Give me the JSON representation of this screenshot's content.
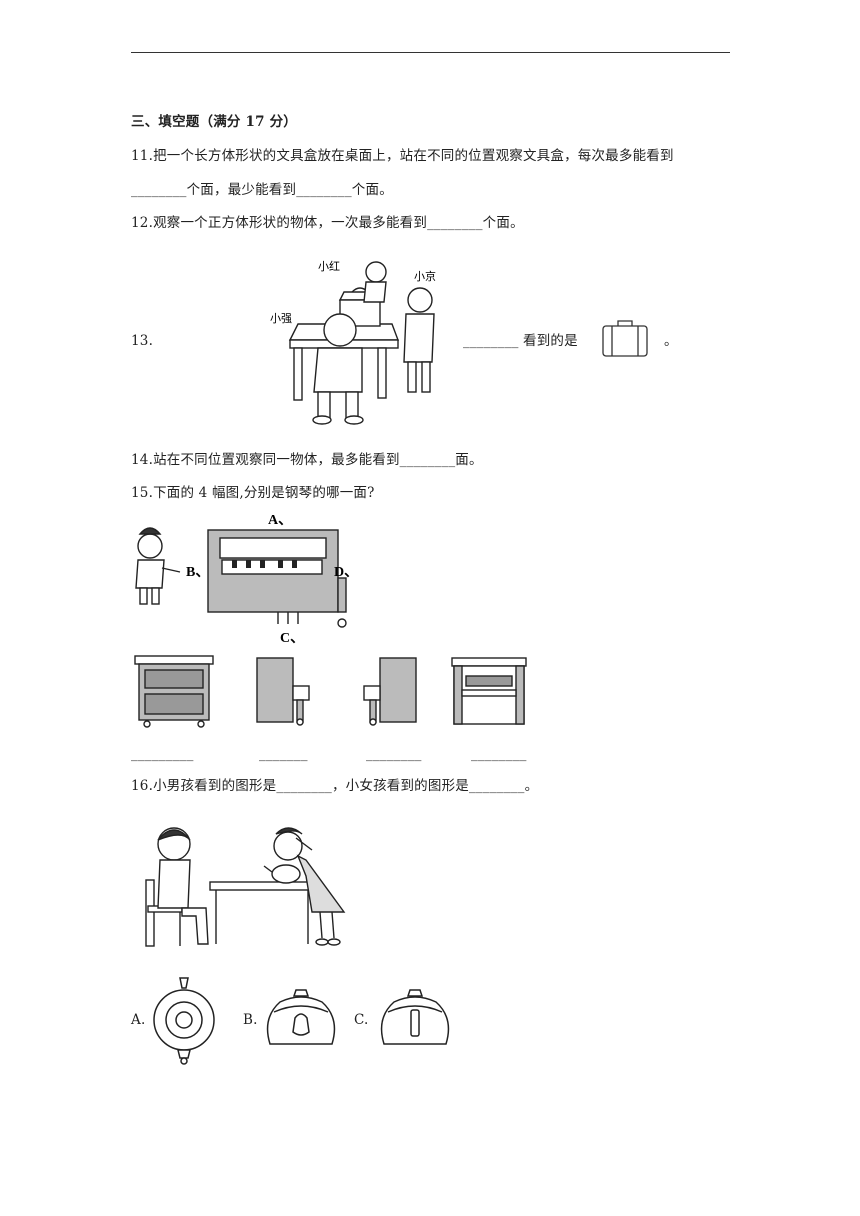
{
  "section": {
    "title": "三、填空题（满分 17 分）"
  },
  "q11": {
    "line1": "11.把一个长方体形状的文具盒放在桌面上，站在不同的位置观察文具盒，每次最多能看到",
    "line2": "________个面，最少能看到________个面。"
  },
  "q12": {
    "text": "12.观察一个正方体形状的物体，一次最多能看到________个面。"
  },
  "q13": {
    "num": "13.",
    "blank": "________",
    "mid": "看到的是",
    "end": "。",
    "labels": {
      "hong": "小红",
      "jing": "小京",
      "qiang": "小强"
    }
  },
  "q14": {
    "text": "14.站在不同位置观察同一物体，最多能看到________面。"
  },
  "q15": {
    "text": "15.下面的 4 幅图,分别是钢琴的哪一面?",
    "labels": {
      "a": "A、",
      "b": "B、",
      "c": "C、",
      "d": "D、"
    },
    "blanks": [
      "_________",
      "_______",
      "________",
      "________"
    ]
  },
  "q16": {
    "text": "16.小男孩看到的图形是________，小女孩看到的图形是________。",
    "options": [
      "A.",
      "B.",
      "C."
    ]
  }
}
